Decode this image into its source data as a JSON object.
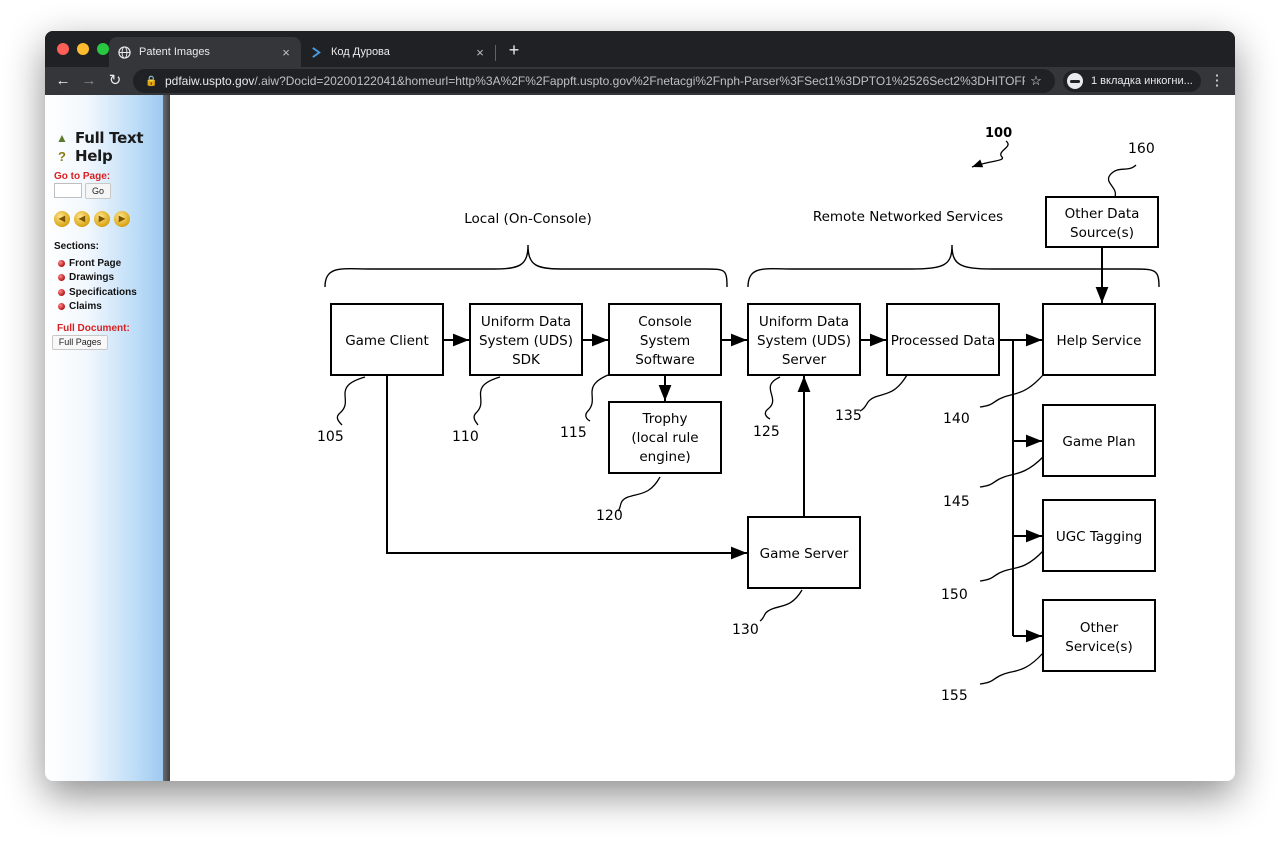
{
  "browser": {
    "tabs": [
      {
        "title": "Patent Images",
        "close": "×"
      },
      {
        "title": "Код Дурова",
        "close": "×"
      }
    ],
    "new_tab": "+",
    "url_host": "pdfaiw.uspto.gov",
    "url_rest": "/.aiw?Docid=20200122041&homeurl=http%3A%2F%2Fappft.uspto.gov%2Fnetacgi%2Fnph-Parser%3FSect1%3DPTO1%2526Sect2%3DHITOFF...",
    "incognito_label": "1 вкладка инкогни...",
    "icons": {
      "back": "back-arrow-icon",
      "forward": "forward-arrow-icon",
      "reload": "reload-icon",
      "lock": "lock-icon",
      "star": "star-icon",
      "menu": "kebab-menu-icon"
    }
  },
  "sidebar": {
    "full_text": "Full Text",
    "help": "Help",
    "goto_label": "Go to Page:",
    "page_value": "",
    "go_button": "Go",
    "sections_label": "Sections:",
    "sections": [
      "Front Page",
      "Drawings",
      "Specifications",
      "Claims"
    ],
    "full_document_label": "Full Document:",
    "full_pages_button": "Full Pages"
  },
  "diagram": {
    "figure_number": "100",
    "groups": {
      "local": "Local (On-Console)",
      "remote": "Remote Networked Services"
    },
    "boxes": {
      "game_client": [
        "Game Client"
      ],
      "uds_sdk": [
        "Uniform Data",
        "System (UDS)",
        "SDK"
      ],
      "console_software": [
        "Console",
        "System",
        "Software"
      ],
      "trophy": [
        "Trophy",
        "(local rule",
        "engine)"
      ],
      "uds_server": [
        "Uniform Data",
        "System (UDS)",
        "Server"
      ],
      "processed_data": [
        "Processed Data"
      ],
      "game_server": [
        "Game Server"
      ],
      "other_data_source": [
        "Other Data",
        "Source(s)"
      ],
      "help_service": [
        "Help Service"
      ],
      "game_plan": [
        "Game Plan"
      ],
      "ugc_tagging": [
        "UGC Tagging"
      ],
      "other_services": [
        "Other",
        "Service(s)"
      ]
    },
    "refs": {
      "r105": "105",
      "r110": "110",
      "r115": "115",
      "r120": "120",
      "r125": "125",
      "r130": "130",
      "r135": "135",
      "r140": "140",
      "r145": "145",
      "r150": "150",
      "r155": "155",
      "r160": "160"
    }
  }
}
